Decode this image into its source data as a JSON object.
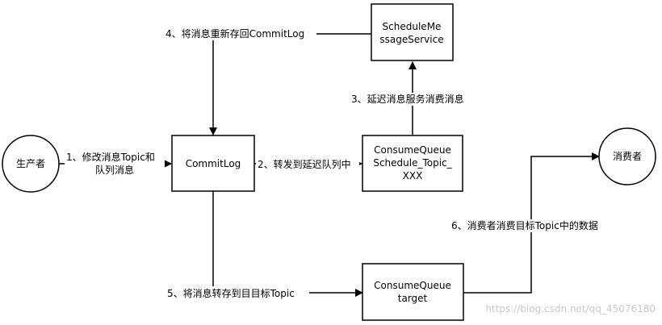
{
  "nodes": {
    "producer": "生产者",
    "consumer": "消费者",
    "commitlog": "CommitLog",
    "schedule_service": [
      "ScheduleMe",
      "ssageService"
    ],
    "schedule_queue": [
      "ConsumeQueue",
      "Schedule_Topic_",
      "XXX"
    ],
    "target_queue": [
      "ConsumeQueue",
      "target"
    ]
  },
  "edges": {
    "step1": [
      "1、修改消息Topic和",
      "队列消息"
    ],
    "step2": "2、转发到延迟队列中",
    "step3": "3、延迟消息服务消费消息",
    "step4": "4、将消息重新存回CommitLog",
    "step5": "5、将消息转存到目目标Topic",
    "step6": "6、消费者消费目标Topic中的数据"
  },
  "watermark": "https://blog.csdn.net/qq_45076180",
  "colors": {
    "stroke": "#000000",
    "fill": "#ffffff",
    "watermark": "#c8c8c8"
  }
}
